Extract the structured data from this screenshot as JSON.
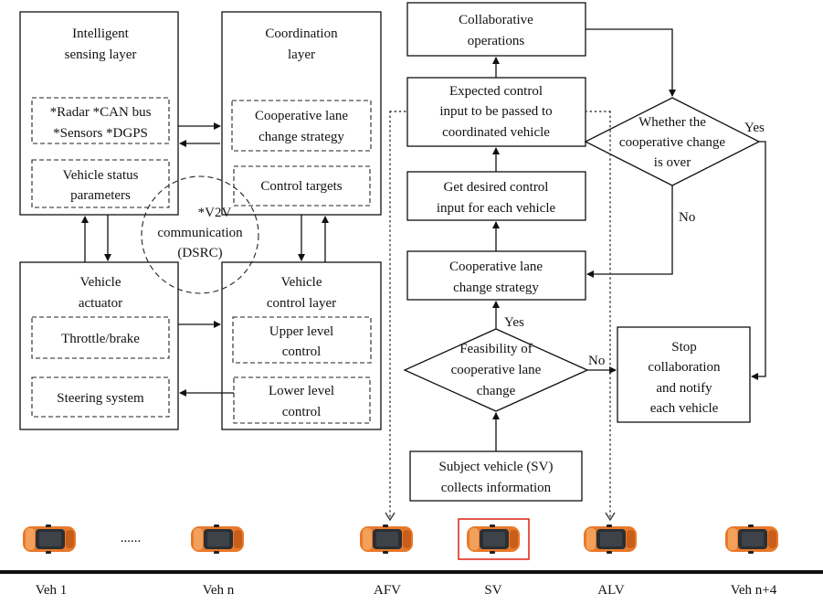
{
  "architecture": {
    "sensing_layer": {
      "line1": "Intelligent",
      "line2": "sensing layer"
    },
    "sensors": {
      "line1": "*Radar *CAN bus",
      "line2": "*Sensors *DGPS"
    },
    "status": {
      "line1": "Vehicle status",
      "line2": "parameters"
    },
    "coordination_layer": {
      "line1": "Coordination",
      "line2": "layer"
    },
    "coop_strategy": {
      "line1": "Cooperative lane",
      "line2": "change strategy"
    },
    "control_targets": "Control targets",
    "v2v": {
      "line1": "*V2V",
      "line2": "communication",
      "line3": "(DSRC)"
    },
    "actuator": {
      "line1": "Vehicle",
      "line2": "actuator"
    },
    "throttle": "Throttle/brake",
    "steering": "Steering system",
    "control_layer": {
      "line1": "Vehicle",
      "line2": "control layer"
    },
    "upper": {
      "line1": "Upper level",
      "line2": "control"
    },
    "lower": {
      "line1": "Lower level",
      "line2": "control"
    }
  },
  "flow": {
    "collab": {
      "line1": "Collaborative",
      "line2": "operations"
    },
    "expected": {
      "line1": "Expected control",
      "line2": "input to be passed to",
      "line3": "coordinated vehicle"
    },
    "desired": {
      "line1": "Get desired control",
      "line2": "input for each vehicle"
    },
    "coop": {
      "line1": "Cooperative lane",
      "line2": "change strategy"
    },
    "feasibility": {
      "line1": "Feasibility of",
      "line2": "cooperative lane",
      "line3": "change"
    },
    "subject": {
      "line1": "Subject vehicle (SV)",
      "line2": "collects information"
    },
    "over": {
      "line1": "Whether the",
      "line2": "cooperative change",
      "line3": "is over"
    },
    "stop": {
      "line1": "Stop",
      "line2": "collaboration",
      "line3": "and notify",
      "line4": "each vehicle"
    },
    "yes_top": "Yes",
    "no_over": "No",
    "yes_feas": "Yes",
    "no_feas": "No"
  },
  "road": {
    "ellipsis": "......",
    "vehicles": [
      "Veh 1",
      "Veh n",
      "AFV",
      "SV",
      "ALV",
      "Veh n+4"
    ],
    "highlight": "SV",
    "highlight_color": "#e0301e",
    "car_body_color": "#e8792b",
    "road_color": "#111111"
  }
}
